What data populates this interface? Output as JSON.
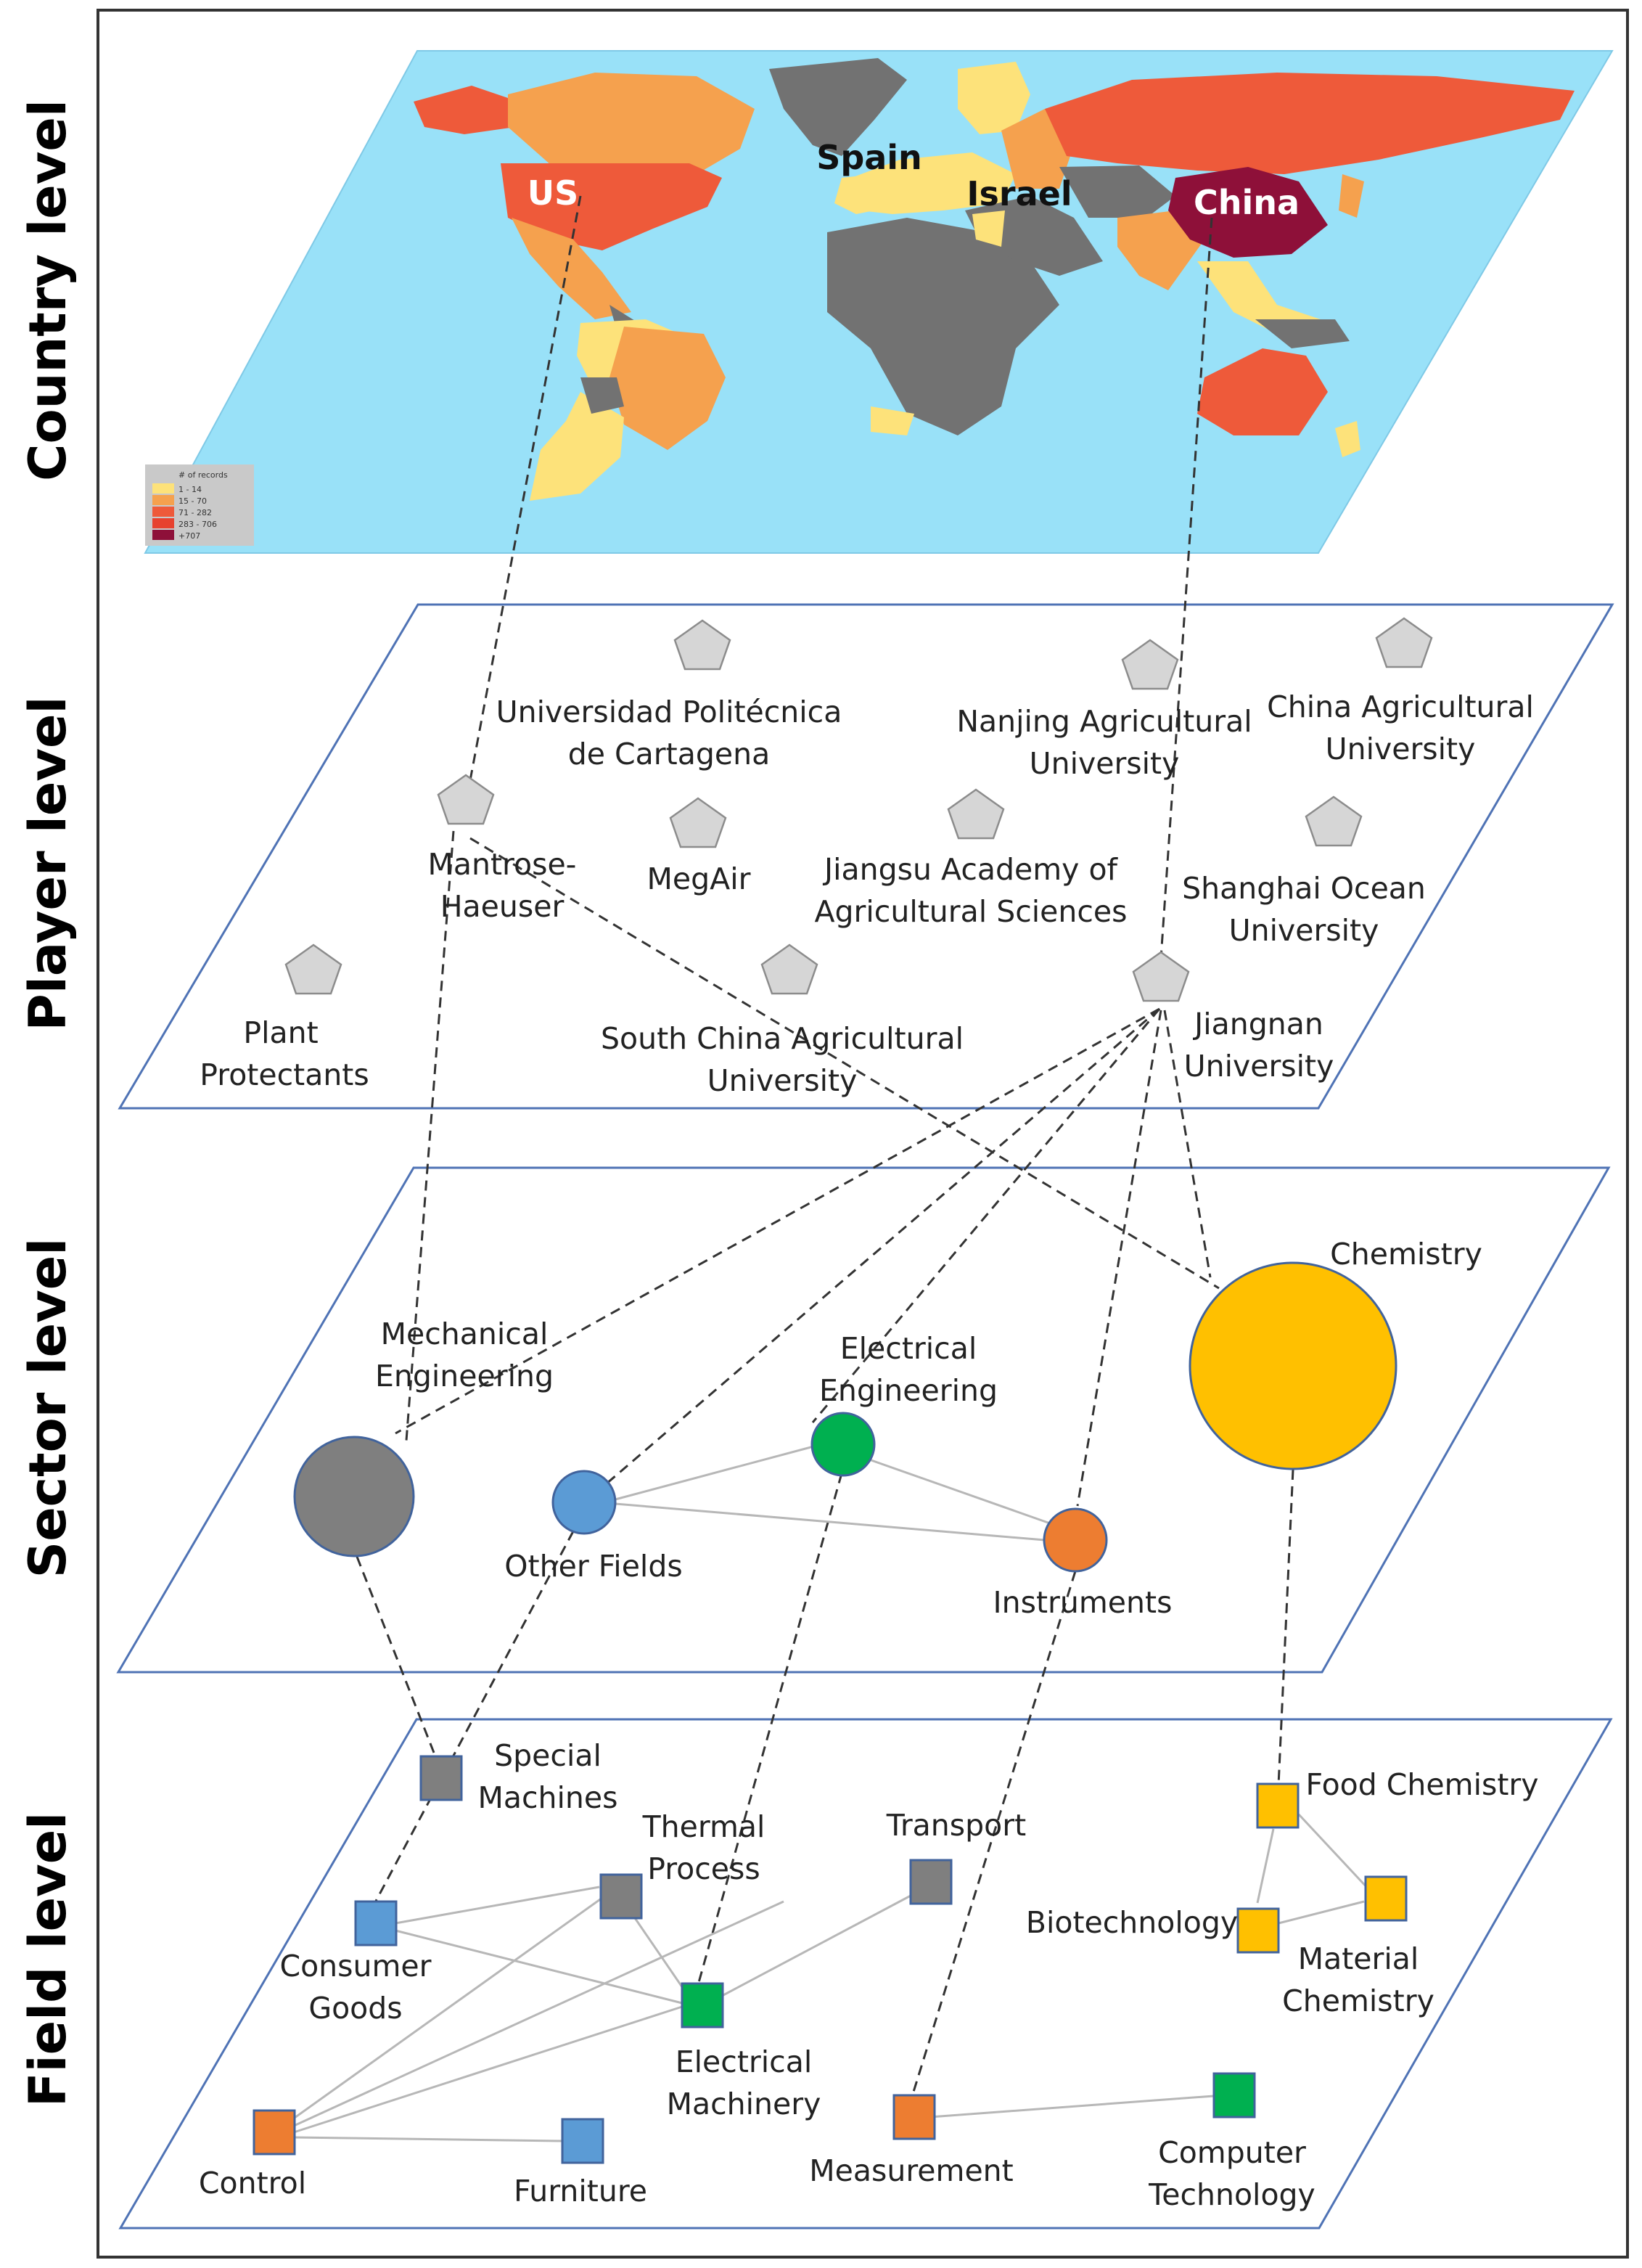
{
  "levels": {
    "country": "Country level",
    "player": "Player level",
    "sector": "Sector level",
    "field": "Field level"
  },
  "countries": {
    "us": "US",
    "spain": "Spain",
    "israel": "Israel",
    "china": "China"
  },
  "legend": {
    "title": "# of records",
    "items": [
      "1 - 14",
      "15 - 70",
      "71 - 282",
      "283 - 706",
      "+707"
    ]
  },
  "players": [
    {
      "label1": "Universidad Politécnica",
      "label2": "de Cartagena"
    },
    {
      "label1": "Nanjing Agricultural",
      "label2": "University"
    },
    {
      "label1": "China Agricultural",
      "label2": "University"
    },
    {
      "label1": "Mantrose-",
      "label2": "Haeuser"
    },
    {
      "label1": "MegAir",
      "label2": ""
    },
    {
      "label1": "Jiangsu Academy of",
      "label2": "Agricultural Sciences"
    },
    {
      "label1": "Shanghai Ocean",
      "label2": "University"
    },
    {
      "label1": "Plant",
      "label2": "Protectants"
    },
    {
      "label1": "South China Agricultural",
      "label2": "University"
    },
    {
      "label1": "Jiangnan",
      "label2": "University"
    }
  ],
  "sectors": {
    "chemistry": "Chemistry",
    "mechanical1": "Mechanical",
    "mechanical2": "Engineering",
    "electrical1": "Electrical",
    "electrical2": "Engineering",
    "other": "Other Fields",
    "instruments": "Instruments"
  },
  "fields": {
    "special1": "Special",
    "special2": "Machines",
    "thermal1": "Thermal",
    "thermal2": "Process",
    "transport": "Transport",
    "food": "Food Chemistry",
    "consumer1": "Consumer",
    "consumer2": "Goods",
    "biotech": "Biotechnology",
    "material1": "Material",
    "material2": "Chemistry",
    "elecmach1": "Electrical",
    "elecmach2": "Machinery",
    "control": "Control",
    "furniture": "Furniture",
    "measurement": "Measurement",
    "computer1": "Computer",
    "computer2": "Technology"
  },
  "colors": {
    "ocean": "#99e1f8",
    "no_data": "#727272",
    "bin1": "#fde27a",
    "bin2": "#f5a14e",
    "bin3": "#ee5a3a",
    "bin4": "#e7422f",
    "bin5": "#8e1039",
    "plane_border": "#4f73b5",
    "mechanical": "#7f7f7f",
    "other": "#5b9bd5",
    "electrical": "#00b050",
    "instruments": "#ed7d31",
    "chemistry": "#ffc000"
  }
}
